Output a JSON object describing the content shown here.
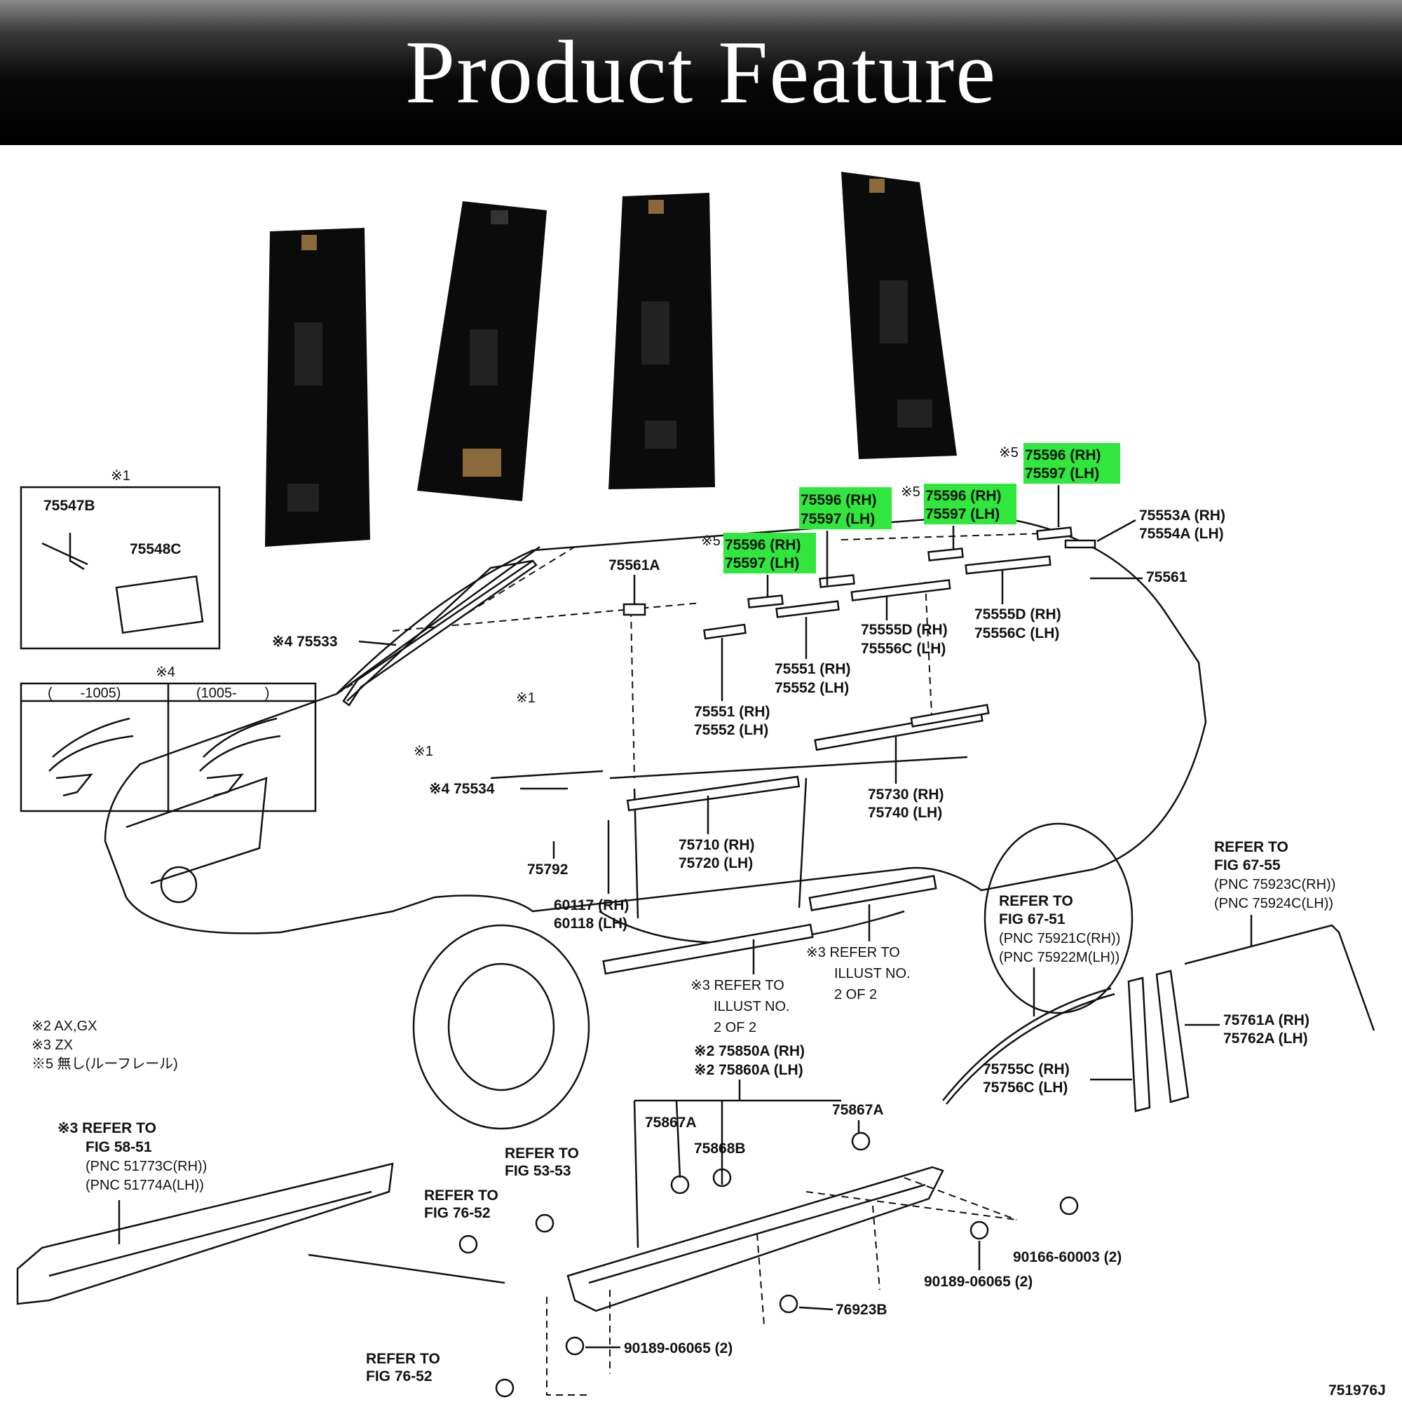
{
  "banner": {
    "title": "Product Feature"
  },
  "inset1": {
    "marker": "※1",
    "parts": [
      "75547B",
      "75548C"
    ]
  },
  "inset4": {
    "marker": "※4",
    "col1": "(　　-1005)",
    "col2": "(1005-　　)"
  },
  "callouts": {
    "h1a": "75596 (RH)",
    "h1b": "75597 (LH)",
    "h2m": "※5",
    "h2a": "75596 (RH)",
    "h2b": "75597 (LH)",
    "h3m": "※5",
    "h3a": "75596 (RH)",
    "h3b": "75597 (LH)",
    "h4m": "※5",
    "h4a": "75596 (RH)",
    "h4b": "75597 (LH)",
    "c75553a": "75553A (RH)",
    "c75554a": "75554A (LH)",
    "c75561": "75561",
    "c75561a": "75561A",
    "c75555d_1": "75555D (RH)",
    "c75556c_1": "75556C (LH)",
    "c75555d_2": "75555D (RH)",
    "c75556c_2": "75556C (LH)",
    "c75551_1": "75551 (RH)",
    "c75552_1": "75552 (LH)",
    "c75551_2": "75551 (RH)",
    "c75552_2": "75552 (LH)",
    "c75533": "※4 75533",
    "c75534": "※4 75534",
    "m1a": "※1",
    "m1b": "※1",
    "c75792": "75792",
    "c60117": "60117 (RH)",
    "c60118": "60118 (LH)",
    "c75710": "75710 (RH)",
    "c75720": "75720 (LH)",
    "c75730": "75730 (RH)",
    "c75740": "75740 (LH)",
    "r3a_1": "※3 REFER TO",
    "r3a_2": "ILLUST NO.",
    "r3a_3": "2 OF 2",
    "r3b_1": "※3 REFER TO",
    "r3b_2": "ILLUST NO.",
    "r3b_3": "2 OF 2",
    "fig6755_1": "REFER TO",
    "fig6755_2": "FIG 67-55",
    "fig6755_3": "(PNC 75923C(RH))",
    "fig6755_4": "(PNC 75924C(LH))",
    "fig6751_1": "REFER TO",
    "fig6751_2": "FIG 67-51",
    "fig6751_3": "(PNC 75921C(RH))",
    "fig6751_4": "(PNC 75922M(LH))",
    "c75761a": "75761A (RH)",
    "c75762a": "75762A (LH)",
    "c75755c": "75755C (RH)",
    "c75756c": "75756C (LH)",
    "note1": "※2 AX,GX",
    "note2": "※3 ZX",
    "note3": "※5 無し(ルーフレール)",
    "fig5851_1": "※3 REFER TO",
    "fig5851_2": "FIG 58-51",
    "fig5851_3": "(PNC 51773C(RH))",
    "fig5851_4": "(PNC 51774A(LH))",
    "c75850a": "※2 75850A (RH)",
    "c75860a": "※2 75860A (LH)",
    "c75867a_1": "75867A",
    "c75867a_2": "75867A",
    "c75868b": "75868B",
    "fig5353_1": "REFER TO",
    "fig5353_2": "FIG 53-53",
    "fig7652a_1": "REFER TO",
    "fig7652a_2": "FIG 76-52",
    "fig7652b_1": "REFER TO",
    "fig7652b_2": "FIG 76-52",
    "c90166": "90166-60003 (2)",
    "c90189a": "90189-06065 (2)",
    "c90189b": "90189-06065 (2)",
    "c76923b": "76923B",
    "code": "751976J"
  },
  "colors": {
    "highlight": "#31e63c",
    "banner": "#000000",
    "ink": "#111111"
  }
}
